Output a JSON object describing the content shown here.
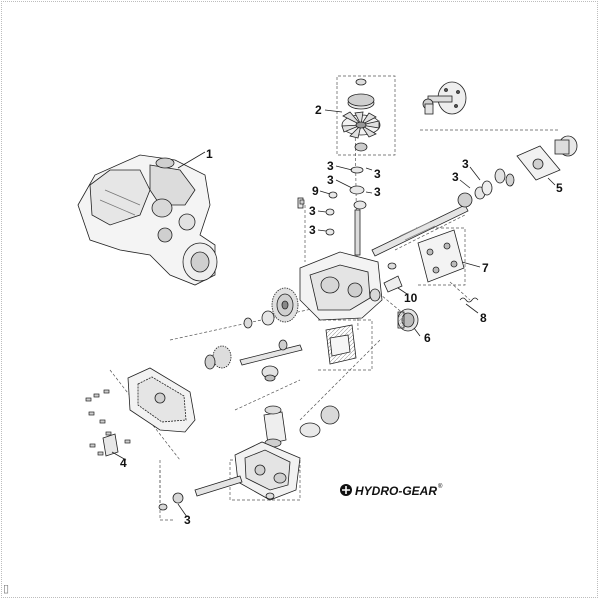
{
  "callouts": [
    {
      "id": "c1",
      "label": "1"
    },
    {
      "id": "c2",
      "label": "2"
    },
    {
      "id": "c3a",
      "label": "3"
    },
    {
      "id": "c3b",
      "label": "3"
    },
    {
      "id": "c3c",
      "label": "3"
    },
    {
      "id": "c3d",
      "label": "3"
    },
    {
      "id": "c3e",
      "label": "3"
    },
    {
      "id": "c3f",
      "label": "3"
    },
    {
      "id": "c3g",
      "label": "3"
    },
    {
      "id": "c3h",
      "label": "3"
    },
    {
      "id": "c3i",
      "label": "3"
    },
    {
      "id": "c4",
      "label": "4"
    },
    {
      "id": "c5",
      "label": "5"
    },
    {
      "id": "c6",
      "label": "6"
    },
    {
      "id": "c7",
      "label": "7"
    },
    {
      "id": "c8",
      "label": "8"
    },
    {
      "id": "c9",
      "label": "9"
    },
    {
      "id": "c10",
      "label": "10"
    }
  ],
  "brand": {
    "name": "HYDRO-GEAR",
    "registered": "®"
  },
  "corner_glyph": "▯",
  "colors": {
    "line": "#222222",
    "fill": "#f4f4f4",
    "shade": "#cfcfcf",
    "dark": "#6b6b6b"
  }
}
